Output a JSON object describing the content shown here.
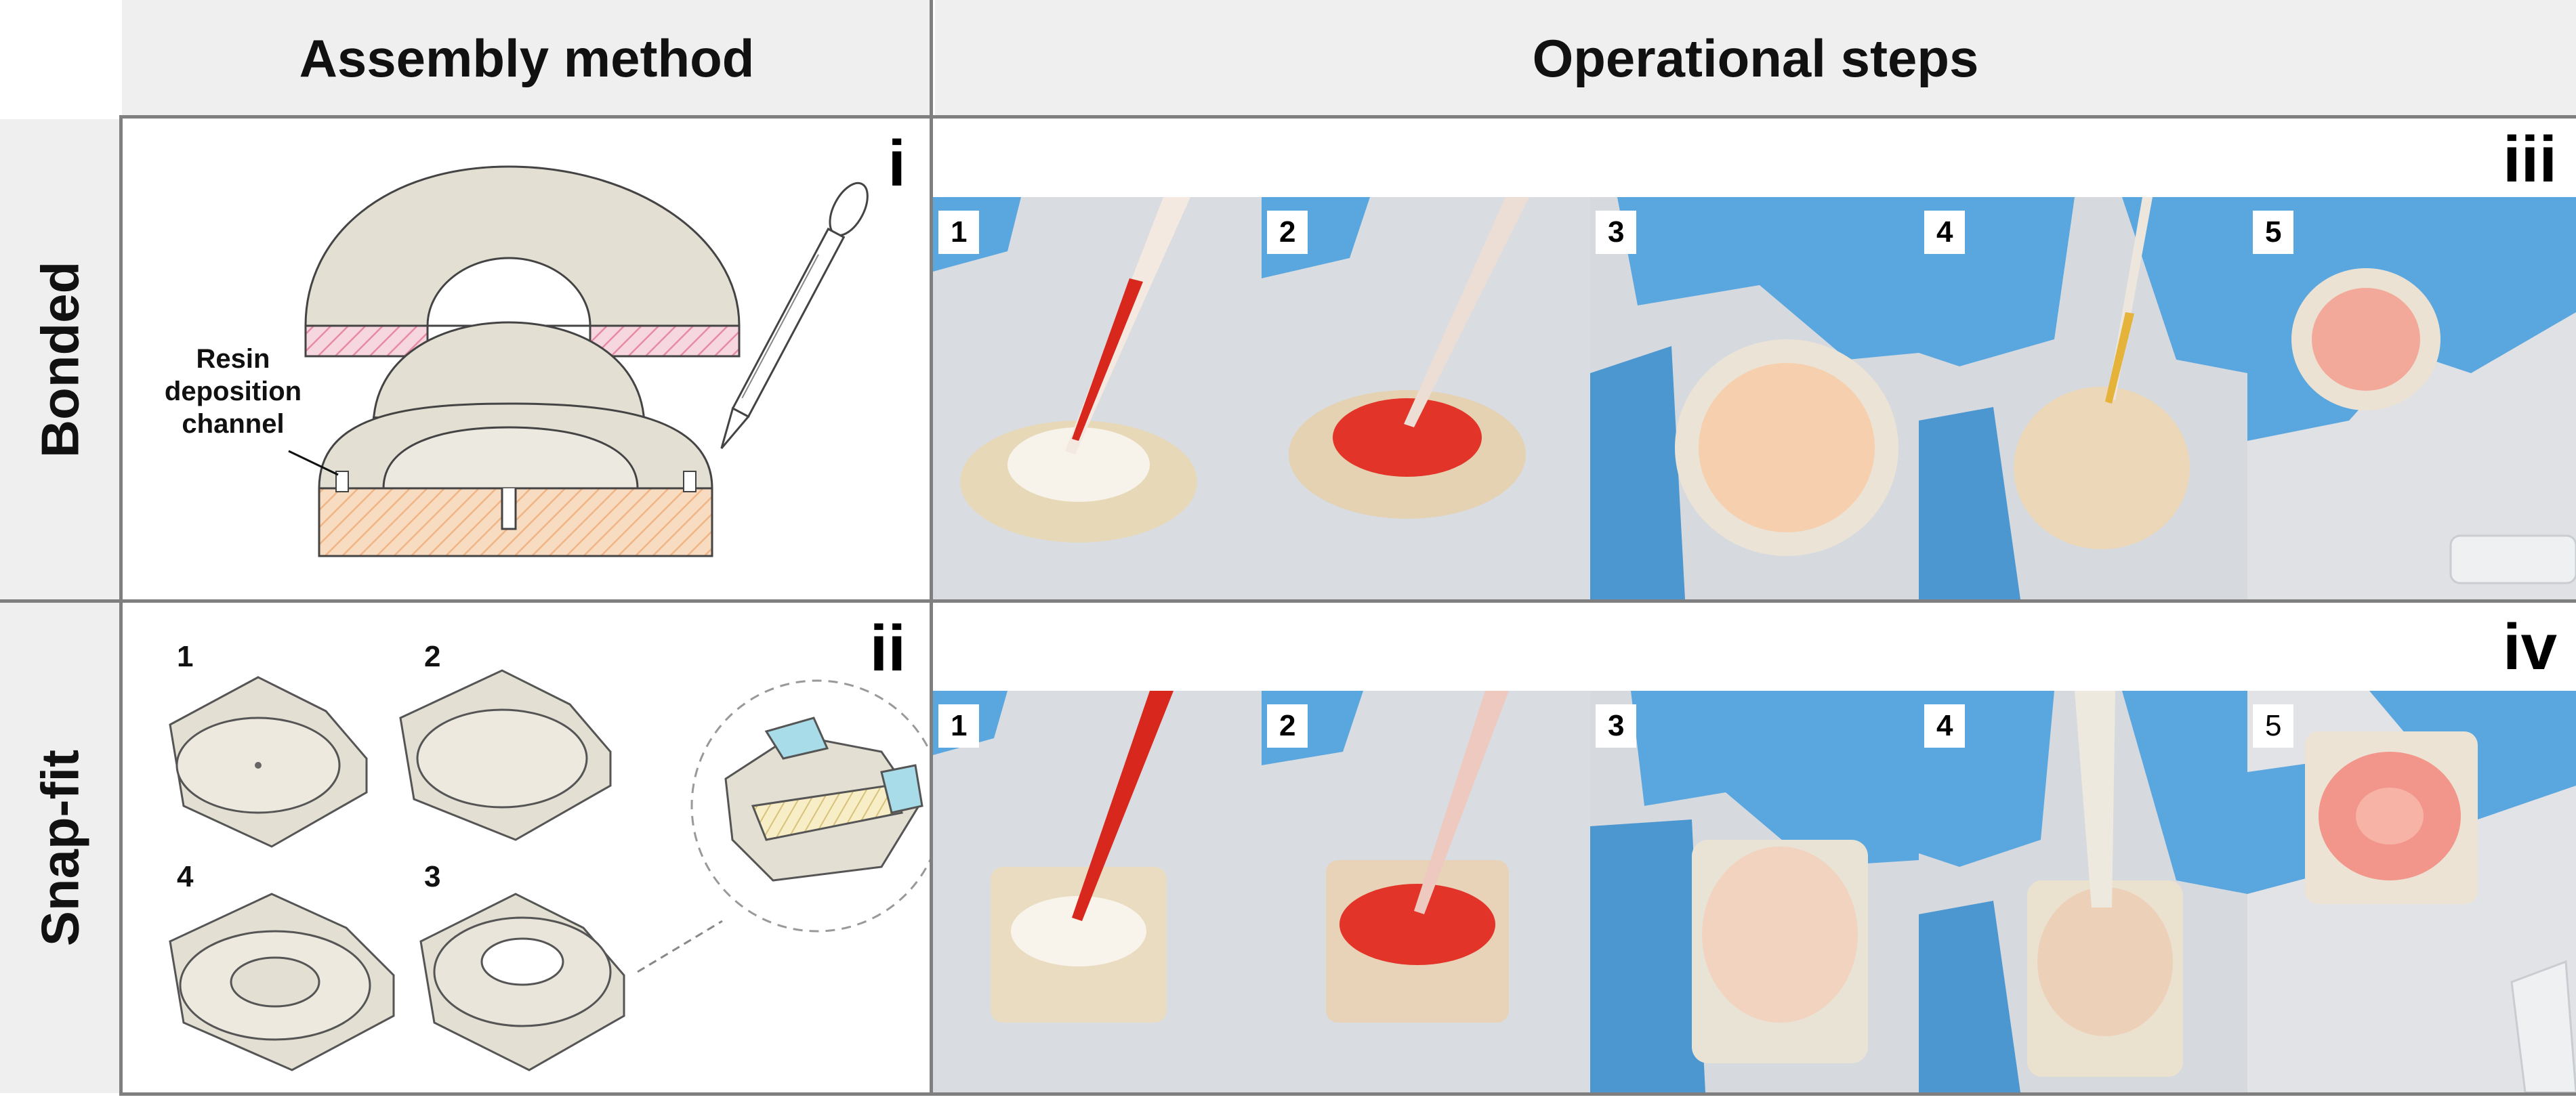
{
  "headers": {
    "assembly": "Assembly method",
    "operational": "Operational steps"
  },
  "rows": [
    {
      "label": "Bonded",
      "diagram_label": "i",
      "photos_label": "iii",
      "steps": [
        "1",
        "2",
        "3",
        "4",
        "5"
      ]
    },
    {
      "label": "Snap-fit",
      "diagram_label": "ii",
      "photos_label": "iv",
      "steps": [
        "1",
        "2",
        "3",
        "4",
        "5"
      ]
    }
  ],
  "bonded_diagram": {
    "annotation": [
      "Resin",
      "deposition",
      "channel"
    ]
  },
  "snapfit_diagram": {
    "parts": [
      "1",
      "2",
      "4",
      "3"
    ]
  },
  "colors": {
    "glove": "#5aa6de",
    "bench": "#d9dce0",
    "red_liquid": "#d8281e",
    "part_fill": "#e3dfd3",
    "hatch_pink": "#e78aa3",
    "hatch_orange": "#f1b484"
  }
}
